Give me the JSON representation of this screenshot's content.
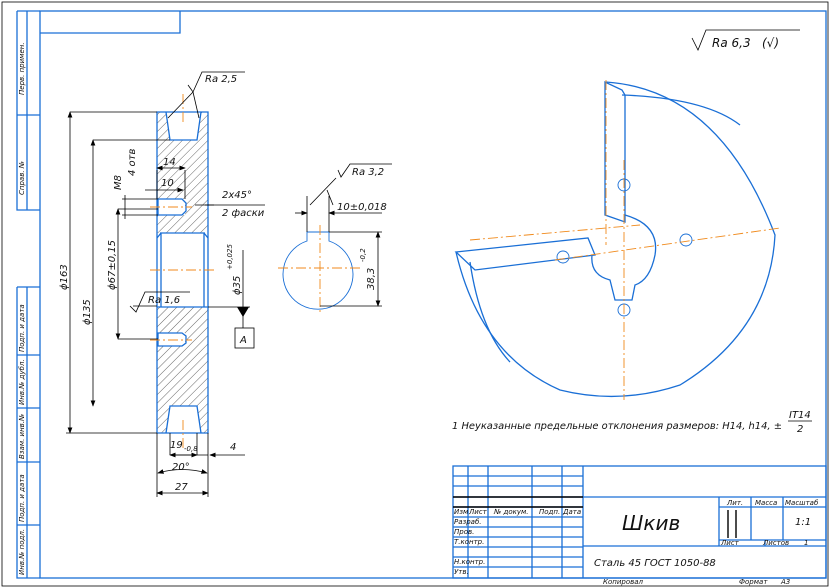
{
  "sheet": {
    "top_roughness": {
      "value": "Ra 6,3",
      "mark": "(√)"
    },
    "side_strip": [
      "Перв. примен.",
      "Справ. №",
      "Подп. и дата",
      "Инв.№ дубл.",
      "Взам. инв.№",
      "Подп. и дата",
      "Инв.№ подл."
    ]
  },
  "section_view": {
    "roughness": {
      "groove": "Ra 2,5",
      "bore": "Ra 1,6"
    },
    "dims": {
      "d163": "ϕ163",
      "d135": "ϕ135",
      "d67": "ϕ67±0,15",
      "thread": "M8",
      "holes": "4 отв",
      "w14": "14",
      "w10": "10",
      "chamfer": "2x45°",
      "chamfer_note": "2 фаски",
      "d35": "ϕ35",
      "d35_tol": "+0,025",
      "datum": "A",
      "w19": "19",
      "w19_tol": "-0,8",
      "angle": "20°",
      "w27": "27",
      "w4": "4"
    }
  },
  "key_view": {
    "roughness": "Ra 3,2",
    "width": "10±0,018",
    "depth": "38,3",
    "depth_tol": "-0,2"
  },
  "note": {
    "text": "1 Неуказанные предельные отклонения размеров: H14, h14, ±",
    "num": "IT14",
    "den": "2"
  },
  "title_block": {
    "name": "Шкив",
    "material": "Сталь 45 ГОСТ 1050-88",
    "headers": {
      "lit": "Лит.",
      "mass": "Масса",
      "scale": "Масштаб"
    },
    "scale": "1:1",
    "sheet_label": "Лист",
    "sheets_label": "Листов",
    "sheets": "1",
    "cols": [
      "Изм",
      "Лист",
      "№ докум.",
      "Подп.",
      "Дата"
    ],
    "roles": [
      "Разраб.",
      "Пров.",
      "Т.контр.",
      "Н.контр.",
      "Утв."
    ],
    "copied": "Копировал",
    "format_label": "Формат",
    "format": "A3"
  }
}
